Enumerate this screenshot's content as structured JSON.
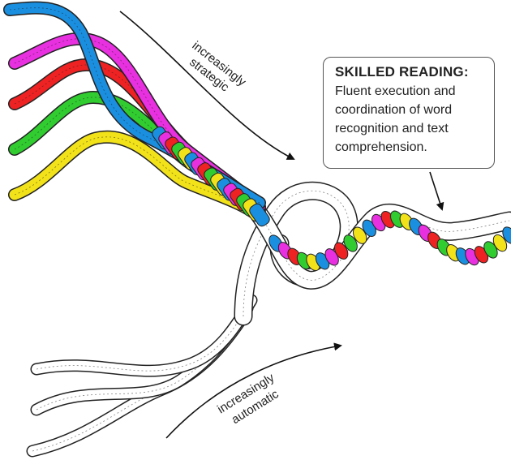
{
  "diagram": {
    "labels": {
      "strategic": [
        "increasingly",
        "strategic"
      ],
      "automatic": [
        "increasingly",
        "automatic"
      ]
    },
    "callout": {
      "title": "SKILLED READING:",
      "lines": [
        "Fluent execution and",
        "coordination of word",
        "recognition and text",
        "comprehension."
      ]
    },
    "colors": {
      "strand_blue": "#1a8fe0",
      "strand_magenta": "#e830e0",
      "strand_red": "#ee2222",
      "strand_green": "#30cc30",
      "strand_yellow": "#f2e21a",
      "white_strand_fill": "#ffffff",
      "outline": "#222222"
    }
  }
}
